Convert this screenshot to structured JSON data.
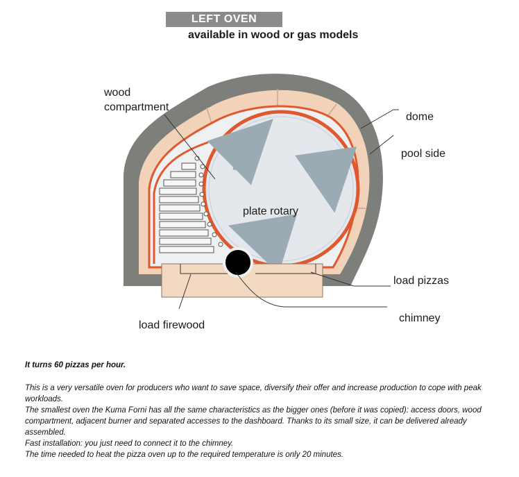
{
  "header": {
    "title": "LEFT OVEN",
    "subtitle": "available in wood or gas models"
  },
  "labels": {
    "wood_compartment_line1": "wood",
    "wood_compartment_line2": "compartment",
    "dome": "dome",
    "pool_side": "pool side",
    "plate_rotary": "plate rotary",
    "load_pizzas": "load pizzas",
    "chimney": "chimney",
    "load_firewood": "load firewood"
  },
  "colors": {
    "outer_shell": "#7d7f7b",
    "insulation": "#f2d3ba",
    "heat_line": "#e0592e",
    "plate": "#e4e8ed",
    "arrow": "#9aabb4",
    "base": "#f3d9c2"
  },
  "description": {
    "lead": "It turns 60 pizzas per hour.",
    "paragraphs": [
      "This is a very versatile oven for producers who want to save space, diversify their offer and increase production to cope with peak workloads.",
      "The smallest oven the Kuma Forni has all the same characteristics as the bigger ones (before it was copied): access doors, wood compartment, adjacent burner and separated accesses to the dashboard. Thanks to its small size, it can be delivered already assembled.",
      "Fast installation: you just need to connect it to the chimney.",
      "The time needed to heat the pizza oven up to the required temperature is only 20 minutes."
    ]
  }
}
